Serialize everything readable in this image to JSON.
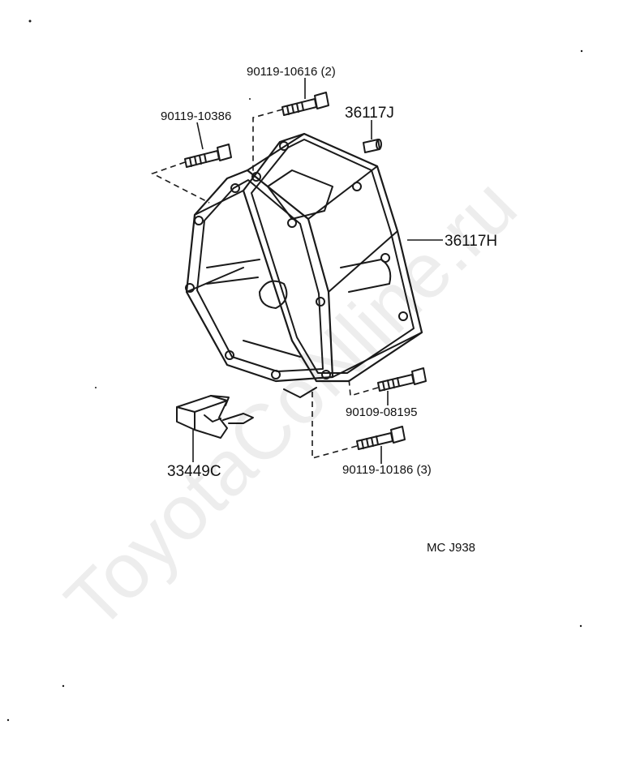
{
  "labels": {
    "bolt_top": "90119-10616 (2)",
    "bolt_left": "90119-10386",
    "pin": "36117J",
    "housing": "36117H",
    "bolt_right": "90109-08195",
    "bolt_bottom": "90119-10186 (3)",
    "bracket": "33449C",
    "diagram_code": "MC  J938"
  },
  "watermark": "ToyotaCoNline.ru",
  "colors": {
    "line": "#1a1a1a",
    "background": "#ffffff"
  }
}
